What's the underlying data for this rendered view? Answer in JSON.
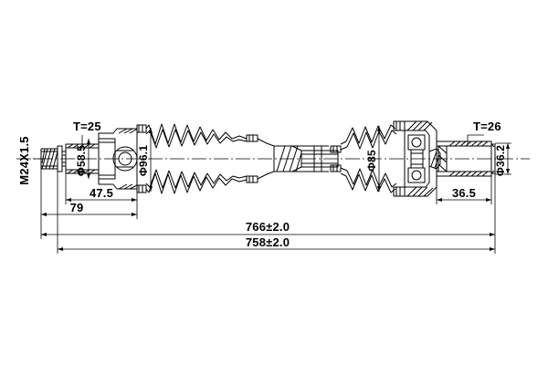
{
  "drawing": {
    "type": "technical-engineering-drawing",
    "subject": "CV joint drive shaft / axle assembly",
    "view": "side elevation section",
    "background_color": "#ffffff",
    "line_color": "#000000"
  },
  "labels": {
    "thread_left": "M24X1.5",
    "spline_left": "T=25",
    "spline_right": "T=26",
    "dia_left_joint": "Φ58.5",
    "dia_boot_large": "Φ96.1",
    "dia_right_joint": "Φ85",
    "dia_right_stub": "Φ36.2"
  },
  "dimensions": {
    "len_47_5": "47.5",
    "len_79": "79",
    "len_36_5": "36.5",
    "overall_766": "766±2.0",
    "overall_758": "758±2.0"
  }
}
